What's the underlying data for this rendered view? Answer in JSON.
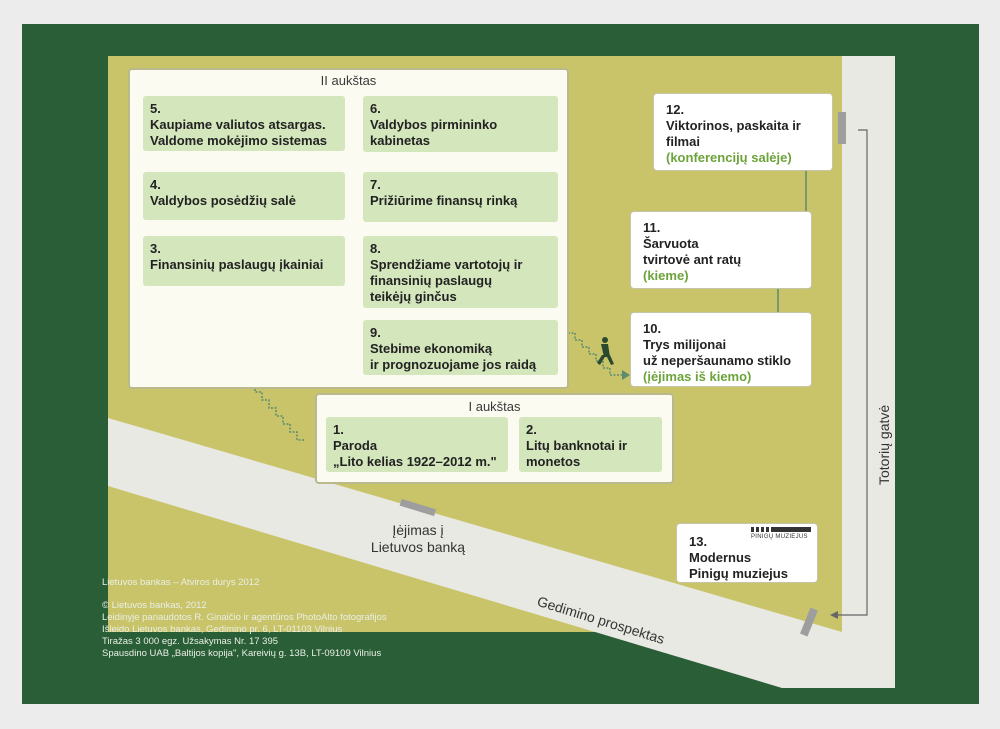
{
  "floors": {
    "second_label": "II aukštas",
    "first_label": "I aukštas"
  },
  "rooms": [
    {
      "id": "r5",
      "num": "5.",
      "lines": [
        "Kaupiame valiutos atsargas.",
        "Valdome mokėjimo sistemas"
      ]
    },
    {
      "id": "r4",
      "num": "4.",
      "lines": [
        "Valdybos posėdžių salė"
      ]
    },
    {
      "id": "r3",
      "num": "3.",
      "lines": [
        "Finansinių paslaugų įkainiai"
      ]
    },
    {
      "id": "r6",
      "num": "6.",
      "lines": [
        "Valdybos pirmininko",
        "kabinetas"
      ]
    },
    {
      "id": "r7",
      "num": "7.",
      "lines": [
        "Prižiūrime finansų rinką"
      ]
    },
    {
      "id": "r8",
      "num": "8.",
      "lines": [
        "Sprendžiame vartotojų ir",
        "finansinių paslaugų",
        "teikėjų ginčus"
      ]
    },
    {
      "id": "r9",
      "num": "9.",
      "lines": [
        "Stebime ekonomiką",
        "ir prognozuojame jos raidą"
      ]
    },
    {
      "id": "r1",
      "num": "1.",
      "lines": [
        "Paroda",
        "„Lito kelias 1922–2012 m.\""
      ]
    },
    {
      "id": "r2",
      "num": "2.",
      "lines": [
        "Litų banknotai ir",
        "monetos"
      ]
    }
  ],
  "outside": [
    {
      "id": "o10",
      "num": "10.",
      "lines": [
        "Trys milijonai",
        "už neperšaunamo stiklo"
      ],
      "note": "(įėjimas iš kiemo)"
    },
    {
      "id": "o11",
      "num": "11.",
      "lines": [
        "Šarvuota",
        "tvirtovė ant ratų"
      ],
      "note": "(kieme)"
    },
    {
      "id": "o12",
      "num": "12.",
      "lines": [
        "Viktorinos, paskaita ir",
        "filmai"
      ],
      "note": "(konferencijų salėje)"
    },
    {
      "id": "o13",
      "num": "13.",
      "lines": [
        "Modernus",
        "Pinigų muziejus"
      ],
      "note": ""
    }
  ],
  "streets": {
    "entrance": [
      "Įėjimas į",
      "Lietuvos banką"
    ],
    "gedimino": "Gedimino prospektas",
    "totoriu": "Totorių gatvė"
  },
  "brand_text": "PINIGŲ MUZIEJUS",
  "credits": [
    "Lietuvos bankas – Atviros durys 2012",
    "© Lietuvos bankas, 2012",
    "Leidinyje panaudotos R. Ginaičio ir agentūros PhotoAlto fotografijos",
    "Išleido Lietuvos bankas, Gedimino pr. 6, LT-01103 Vilnius",
    "Tiražas 3 000 egz. Užsakymas Nr. 17 395",
    "Spausdino UAB „Baltijos kopija\", Kareivių g. 13B, LT-09109 Vilnius"
  ],
  "colors": {
    "cover_green": "#2a5e36",
    "map_yellow": "#c9c46a",
    "room_green": "#d4e6bc",
    "arrow_green": "#5d8b6c",
    "note_green": "#6ca33a"
  }
}
